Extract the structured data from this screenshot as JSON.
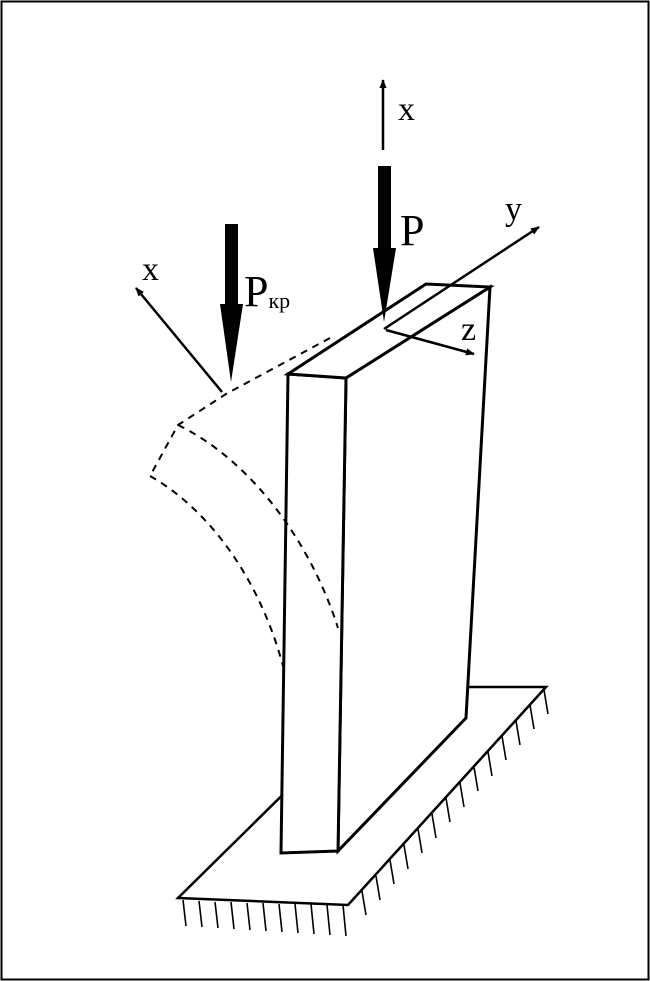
{
  "diagram": {
    "labels": {
      "x_top": "x",
      "p": "P",
      "y": "y",
      "z": "z",
      "x_deformed": "x",
      "p_critical_main": "P",
      "p_critical_sub": "кр"
    },
    "colors": {
      "ink": "#000000",
      "background": "#ffffff"
    }
  }
}
